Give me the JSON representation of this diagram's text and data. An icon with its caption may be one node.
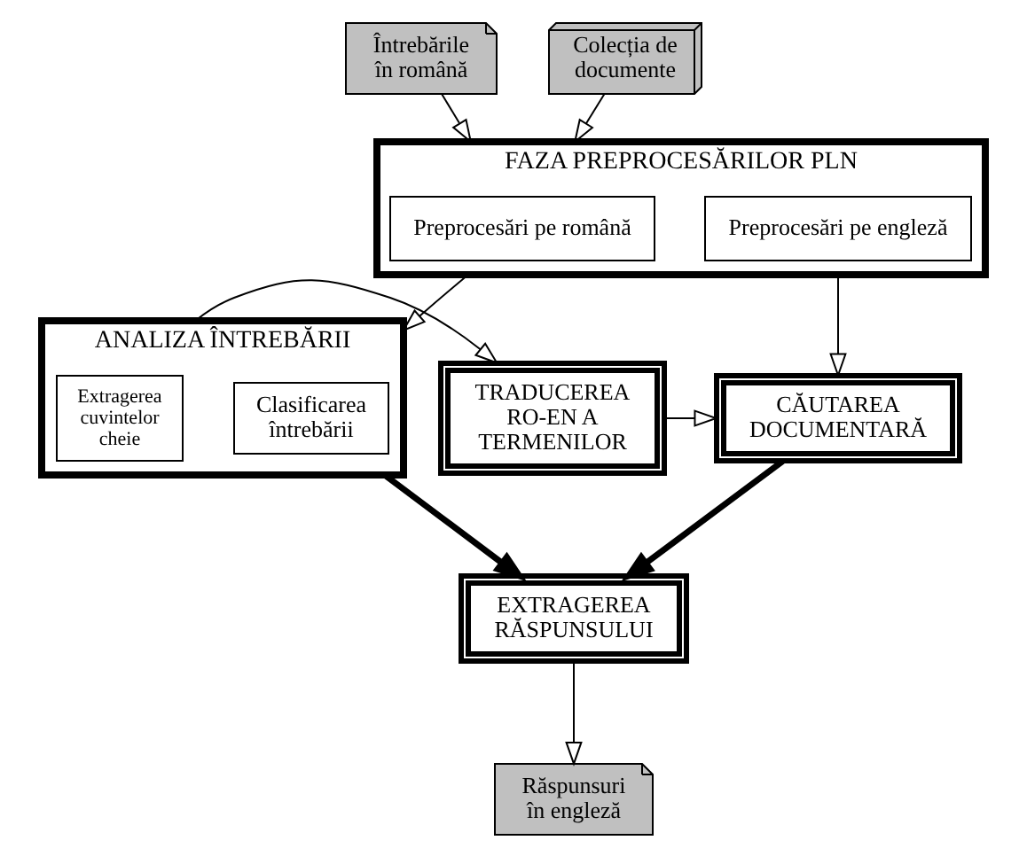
{
  "diagram": {
    "nodes": [
      {
        "text": [
          "Întrebările în română"
        ]
      },
      {
        "text": [
          "Colecția de documente"
        ]
      },
      {
        "text": [
          "FAZA PREPROCESĂRILOR PLN"
        ]
      },
      {
        "text": [
          "Preprocesări pe română"
        ],
        "in": 2
      },
      {
        "text": [
          "Preprocesări pe engleză"
        ],
        "in": 2
      },
      {
        "text": [
          "ANALIZA ÎNTREBĂRII"
        ]
      },
      {
        "text": [
          "Clasificarea întrebării"
        ],
        "in": 5
      },
      {
        "text": [
          "Extragerea cuvintelor cheie"
        ],
        "in": 5
      },
      {
        "text": [
          "TRADUCEREA RO-EN A TERMENILOR"
        ]
      },
      {
        "text": [
          "CĂUTAREA DOCUMENTARĂ"
        ]
      },
      {
        "text": [
          "EXTRAGEREA RĂSPUNSULUI"
        ]
      },
      {
        "text": [
          "Răspunsuri în engleză"
        ]
      }
    ],
    "edges": [
      {
        "from": 0,
        "to": 2,
        "arrow": "to"
      },
      {
        "from": 1,
        "to": 2,
        "arrow": "to"
      },
      {
        "from": 2,
        "to": 5,
        "arrow": "to"
      },
      {
        "from": 2,
        "to": 9,
        "arrow": "to"
      },
      {
        "from": 5,
        "to": 8,
        "arrow": "to"
      },
      {
        "from": 8,
        "to": 9,
        "arrow": "to"
      },
      {
        "from": 5,
        "to": 10,
        "arrow": "to",
        "style": "thick"
      },
      {
        "from": 9,
        "to": 10,
        "arrow": "to",
        "style": "thick"
      },
      {
        "from": 10,
        "to": 11,
        "arrow": "to"
      }
    ]
  }
}
